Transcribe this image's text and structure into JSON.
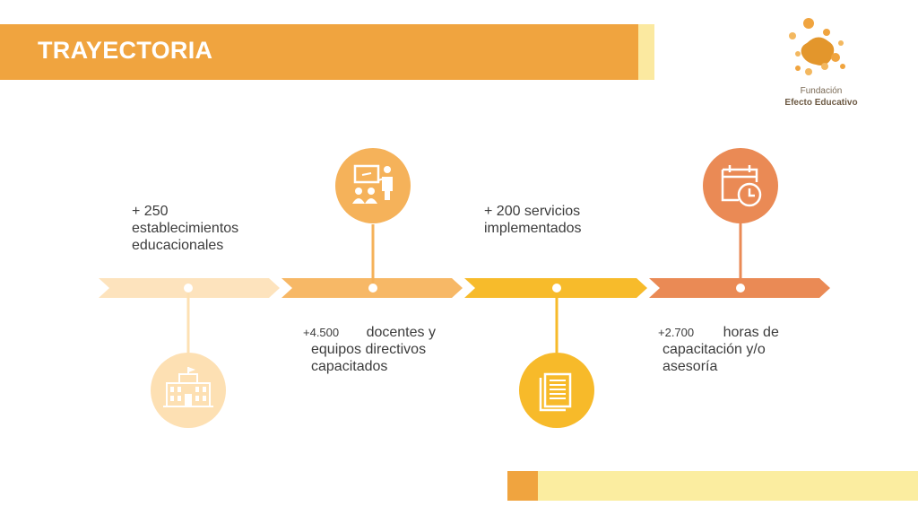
{
  "header": {
    "title": "TRAYECTORIA"
  },
  "logo": {
    "line1": "Fundación",
    "line2": "Efecto Educativo"
  },
  "milestones": [
    {
      "text": "+ 250\nestablecimientos\neducacionales",
      "icon": "school-building-icon",
      "color": "#fde0b3"
    },
    {
      "number": "+4.500",
      "text": "docentes y",
      "text2": "equipos directivos\ncapacitados",
      "icon": "presentation-teacher-icon",
      "color": "#f5b25a"
    },
    {
      "text": "+ 200 servicios\nimplementados",
      "icon": "documents-icon",
      "color": "#f7ba2a"
    },
    {
      "number": "+2.700",
      "text": "horas de",
      "text2": "capacitación  y/o\nasesoría",
      "icon": "calendar-clock-icon",
      "color": "#ea8a55"
    }
  ],
  "colors": {
    "accent": "#f0a43f",
    "light_yellow": "#fbeda0"
  }
}
